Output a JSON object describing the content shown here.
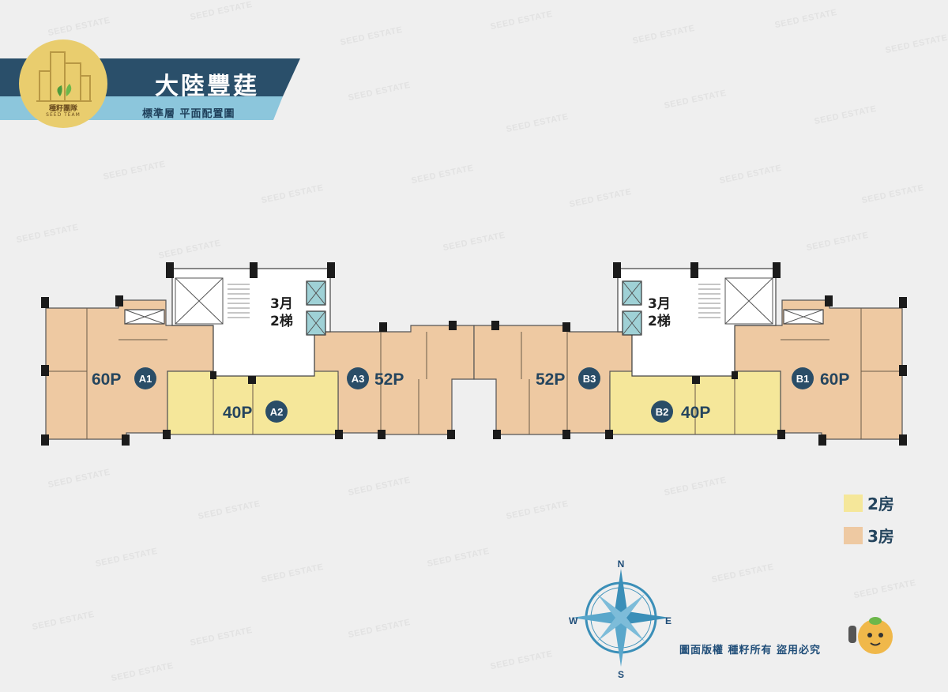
{
  "header": {
    "title": "大陸豐莛",
    "subtitle": "標準層 平面配置圖",
    "logo_text_cn": "種籽團隊",
    "logo_text_en": "SEED TEAM"
  },
  "watermark": "SEED ESTATE",
  "units": [
    {
      "id": "A1",
      "size": "60P",
      "type": "3房"
    },
    {
      "id": "A2",
      "size": "40P",
      "type": "2房"
    },
    {
      "id": "A3",
      "size": "52P",
      "type": "3房"
    },
    {
      "id": "B3",
      "size": "52P",
      "type": "3房"
    },
    {
      "id": "B2",
      "size": "40P",
      "type": "2房"
    },
    {
      "id": "B1",
      "size": "60P",
      "type": "3房"
    }
  ],
  "elevators": [
    {
      "line1": "3月",
      "line2": "2梯"
    },
    {
      "line1": "3月",
      "line2": "2梯"
    }
  ],
  "legend": [
    {
      "label": "2房",
      "color": "#f5e79a"
    },
    {
      "label": "3房",
      "color": "#eec9a2"
    }
  ],
  "compass": {
    "n": "N",
    "e": "E",
    "s": "S",
    "w": "W"
  },
  "copyright": "圖面版權 種籽所有 盜用必究",
  "colors": {
    "banner_dark": "#2a4f6a",
    "banner_light": "#8cc6dc",
    "two_room": "#f5e79a",
    "three_room": "#eec9a2",
    "label": "#25455e",
    "compass": "#3b8fb8"
  }
}
